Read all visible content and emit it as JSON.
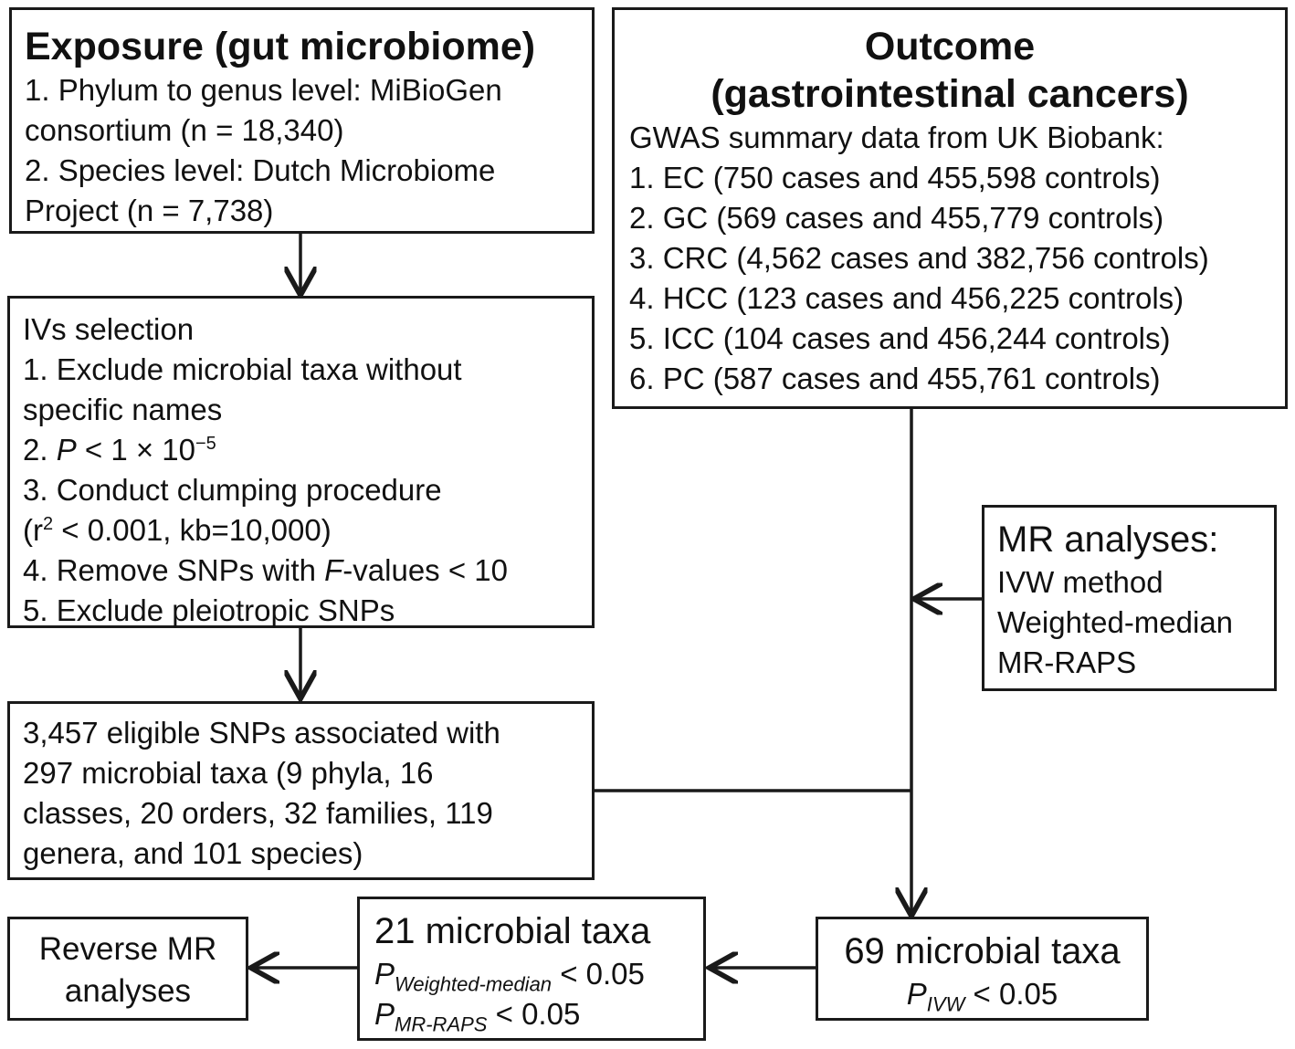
{
  "exposure": {
    "title": "Exposure (gut microbiome)",
    "lines": [
      "1. Phylum to genus level: MiBioGen",
      "consortium (n = 18,340)",
      "2. Species level: Dutch Microbiome",
      "Project (n = 7,738)"
    ]
  },
  "outcome": {
    "title_line1": "Outcome",
    "title_line2": "(gastrointestinal cancers)",
    "lines": [
      "GWAS summary data from UK Biobank:",
      "1. EC (750 cases and 455,598 controls)",
      "2. GC (569 cases and 455,779 controls)",
      "3. CRC (4,562 cases and 382,756 controls)",
      "4. HCC (123 cases and 456,225 controls)",
      "5. ICC (104 cases and 456,244 controls)",
      "6. PC (587 cases and 455,761 controls)"
    ]
  },
  "ivs": {
    "heading": "IVs selection",
    "item1a": "1. Exclude microbial taxa without",
    "item1b": "specific names",
    "item2_prefix": "2. ",
    "item2_p": "P",
    "item2_rest": " < 1 × 10",
    "item2_exp": "−5",
    "item3a": "3. Conduct clumping procedure",
    "item3b_prefix": "(r",
    "item3b_sup": "2",
    "item3b_rest": " < 0.001, kb=10,000)",
    "item4_prefix": "4. Remove SNPs with ",
    "item4_f": "F",
    "item4_rest": "-values < 10",
    "item5": "5. Exclude pleiotropic SNPs"
  },
  "mr_analyses": {
    "title": "MR analyses:",
    "methods": [
      "IVW method",
      "Weighted-median",
      "MR-RAPS"
    ]
  },
  "eligible": {
    "lines": [
      "3,457 eligible SNPs associated with",
      "297 microbial taxa (9 phyla, 16",
      "classes, 20 orders, 32 families, 119",
      "genera, and 101 species)"
    ]
  },
  "taxa69": {
    "title": "69 microbial taxa",
    "p": "P",
    "sub": "IVW",
    "rest": " < 0.05"
  },
  "taxa21": {
    "title": "21 microbial taxa",
    "p1": "P",
    "sub1": "Weighted-median",
    "rest1": " < 0.05",
    "p2": "P",
    "sub2": "MR-RAPS",
    "rest2": " < 0.05"
  },
  "reverse": {
    "line1": "Reverse MR",
    "line2": "analyses"
  }
}
